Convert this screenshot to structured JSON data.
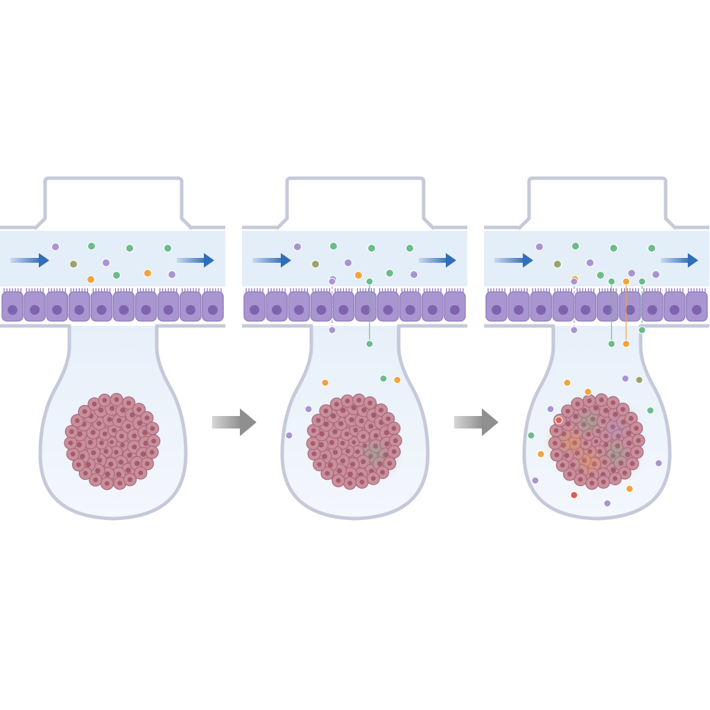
{
  "diagram": {
    "panel_count": 3,
    "stages": [
      {
        "lumen_particles": [
          "purple",
          "green",
          "green",
          "green",
          "olive",
          "purple",
          "orange",
          "green",
          "orange",
          "purple"
        ],
        "crossing_particles": [],
        "chamber_particles": [],
        "organoid_glow": []
      },
      {
        "lumen_particles": [
          "purple",
          "green",
          "green",
          "green",
          "olive",
          "purple",
          "green",
          "orange",
          "purple",
          "purple"
        ],
        "crossing_particles": [
          "purple",
          "green"
        ],
        "chamber_particles": [
          "orange",
          "green",
          "orange",
          "purple",
          "purple"
        ],
        "organoid_glow": [
          "green"
        ]
      },
      {
        "lumen_particles": [
          "purple",
          "green",
          "green",
          "green",
          "olive",
          "purple",
          "purple",
          "green",
          "orange",
          "purple"
        ],
        "crossing_particles": [
          "purple",
          "green",
          "green",
          "orange"
        ],
        "chamber_particles": [
          "orange",
          "purple",
          "olive",
          "purple",
          "green",
          "purple",
          "orange",
          "orange",
          "purple",
          "purple",
          "red",
          "red",
          "green",
          "orange"
        ],
        "organoid_glow": [
          "green",
          "orange",
          "orange",
          "green",
          "purple"
        ]
      }
    ],
    "colors": {
      "background": "#ffffff",
      "device_outline": "#c5c9d9",
      "channel_fill": "#e4eef9",
      "chamber_fill": "#eef4fb",
      "epithelial_cell": "#a995cf",
      "epithelial_nucleus": "#7e64ae",
      "organoid_cell": "#c98f9c",
      "organoid_nucleus": "#a45b6d",
      "flow_arrow": "#2f6eb8",
      "stage_arrow": "#8f8f8f",
      "particle_purple": "#a894d2",
      "particle_green": "#6dbb8b",
      "particle_orange": "#f2a43c",
      "particle_olive": "#9aa46a",
      "particle_red": "#d9604f"
    }
  }
}
